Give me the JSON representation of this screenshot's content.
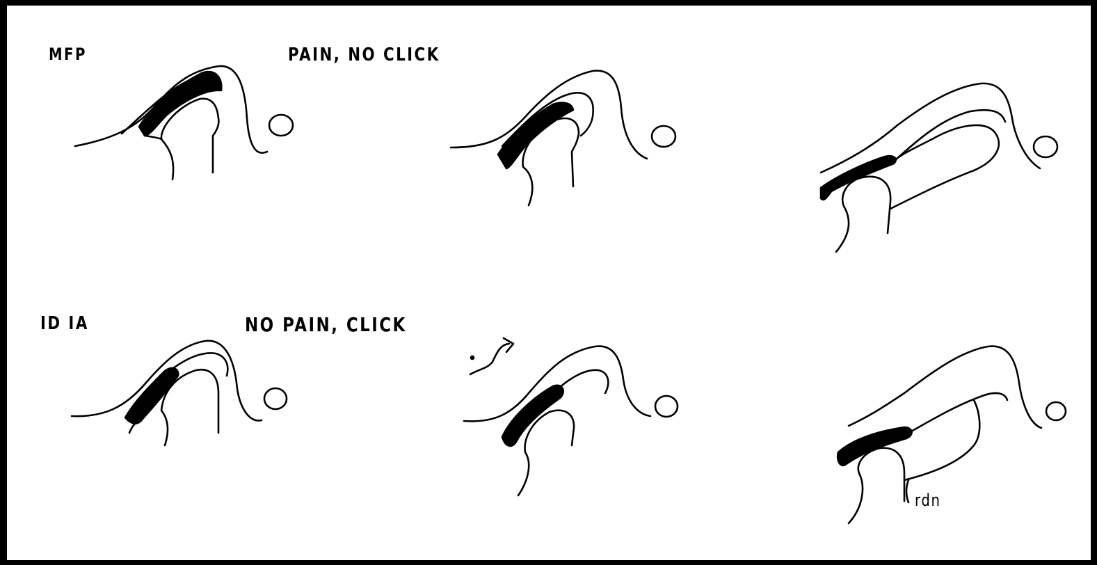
{
  "labels": {
    "mfp": "MFP",
    "pain_no_click": "PAIN,  NO CLICK",
    "id_ia": "ID   IA",
    "no_pain_click": "NO PAIN, CLICK",
    "rdn": "rdn"
  },
  "colors": {
    "ink": "#000000",
    "paper": "#ffffff",
    "frame": "#000000"
  }
}
